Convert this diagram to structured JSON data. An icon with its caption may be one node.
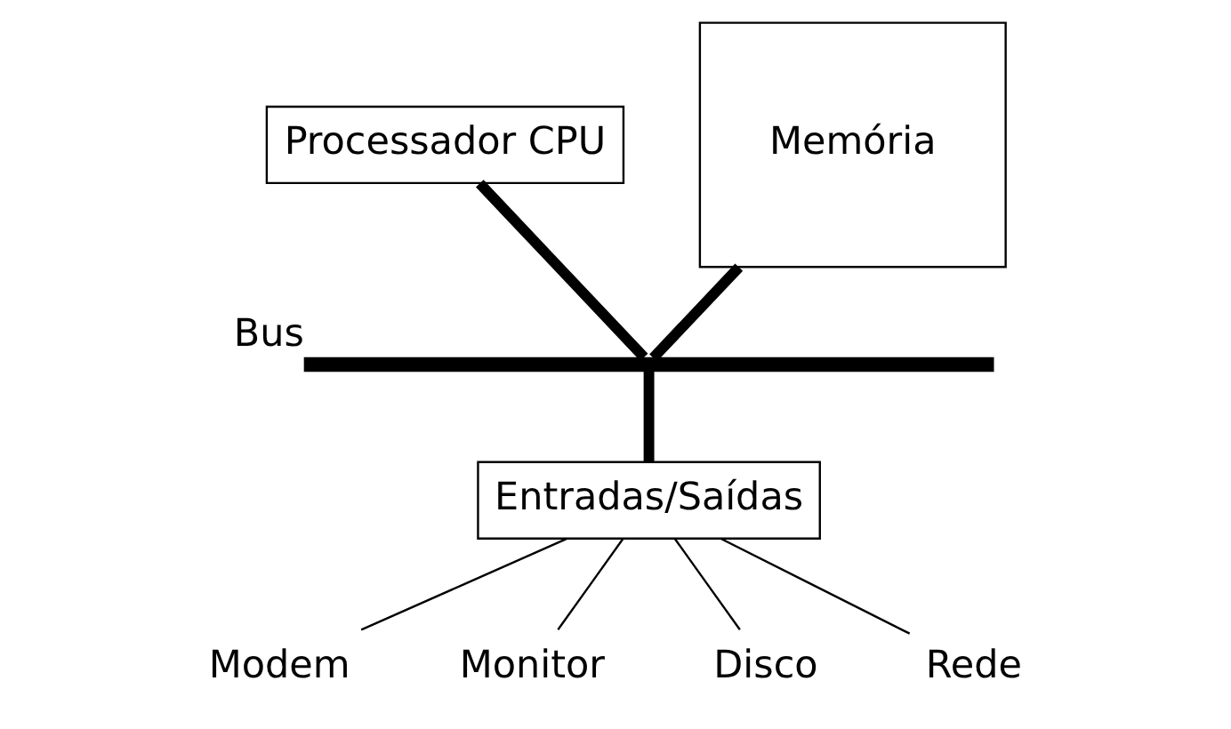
{
  "diagram": {
    "nodes": [
      {
        "text": [
          "Processador CPU"
        ]
      },
      {
        "text": [
          "Memória"
        ]
      },
      {
        "text": [],
        "shape": "bar",
        "beside": [
          "Bus"
        ]
      },
      {
        "text": [
          "Entradas/Saídas"
        ]
      },
      {
        "text": [
          "Modem"
        ]
      },
      {
        "text": [
          "Monitor"
        ]
      },
      {
        "text": [
          "Disco"
        ]
      },
      {
        "text": [
          "Rede"
        ]
      }
    ],
    "edges": [
      {
        "from": 0,
        "to": 2,
        "arrow": "none",
        "style": "thick"
      },
      {
        "from": 1,
        "to": 2,
        "arrow": "none",
        "style": "thick"
      },
      {
        "from": 2,
        "to": 3,
        "arrow": "none",
        "style": "thick"
      },
      {
        "from": 3,
        "to": 4,
        "arrow": "none"
      },
      {
        "from": 3,
        "to": 5,
        "arrow": "none"
      },
      {
        "from": 3,
        "to": 6,
        "arrow": "none"
      },
      {
        "from": 3,
        "to": 7,
        "arrow": "none"
      }
    ]
  }
}
